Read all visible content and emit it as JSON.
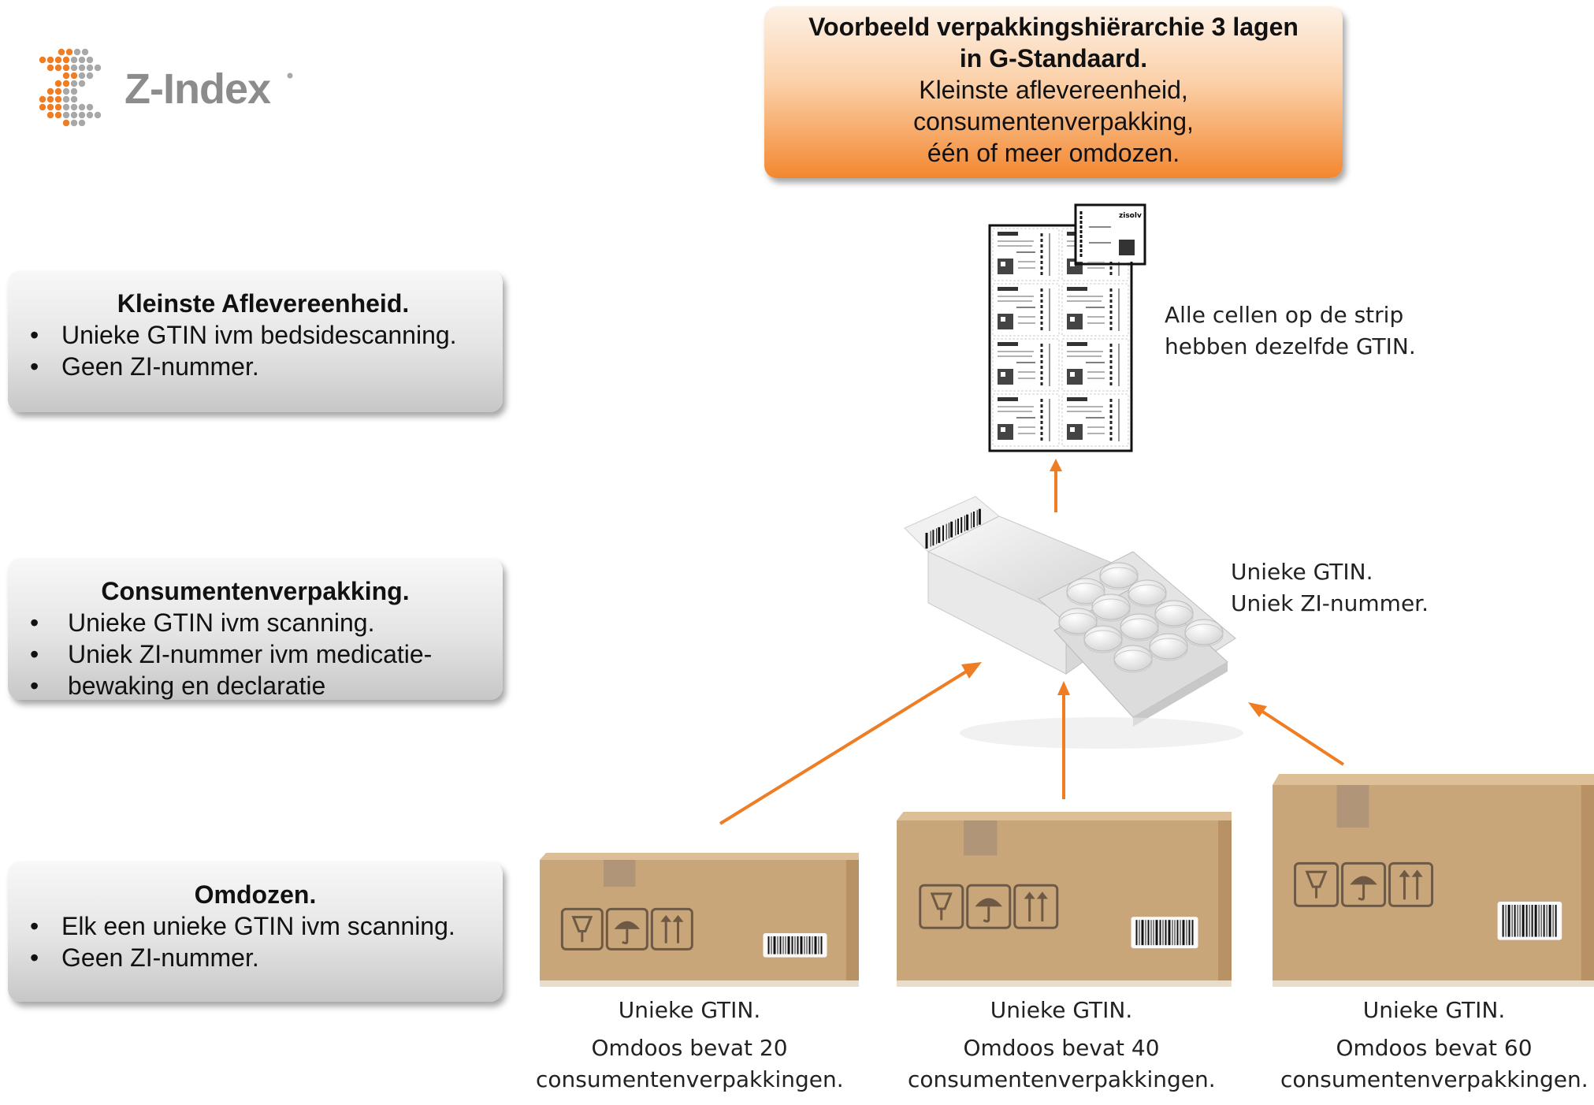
{
  "logo": {
    "brand": "Z-Index"
  },
  "title": {
    "line1": "Voorbeeld verpakkingshiërarchie 3 lagen",
    "line2": "in G-Standaard.",
    "line3": "Kleinste aflevereenheid,",
    "line4": "consumentenverpakking,",
    "line5": "één of meer omdozen."
  },
  "layers": [
    {
      "heading": "Kleinste Aflevereenheid.",
      "bullets": [
        "Unieke GTIN ivm bedsidescanning.",
        "Geen ZI-nummer."
      ]
    },
    {
      "heading": "Consumentenverpakking.",
      "bullets": [
        "Unieke GTIN ivm scanning.",
        "Uniek ZI-nummer ivm medicatie-",
        "bewaking en declaratie"
      ]
    },
    {
      "heading": "Omdozen.",
      "bullets": [
        "Elk een unieke GTIN ivm scanning.",
        "Geen ZI-nummer."
      ]
    }
  ],
  "strip": {
    "caption1": "Alle cellen op de strip",
    "caption2": "hebben dezelfde GTIN.",
    "cell_brand": "zisolv"
  },
  "pack": {
    "caption1": "Unieke GTIN.",
    "caption2": "Uniek ZI-nummer."
  },
  "boxes": [
    {
      "caption1": "Unieke GTIN.",
      "caption2": "Omdoos bevat 20",
      "caption3": "consumentenverpakkingen."
    },
    {
      "caption1": "Unieke GTIN.",
      "caption2": "Omdoos bevat 40",
      "caption3": "consumentenverpakkingen."
    },
    {
      "caption1": "Unieke GTIN.",
      "caption2": "Omdoos bevat 60",
      "caption3": "consumentenverpakkingen."
    }
  ],
  "colors": {
    "accent": "#ee7d23",
    "arrow": "#ee7d23",
    "box_brown": "#c9a67a",
    "grey_text": "#8c8c8c"
  }
}
